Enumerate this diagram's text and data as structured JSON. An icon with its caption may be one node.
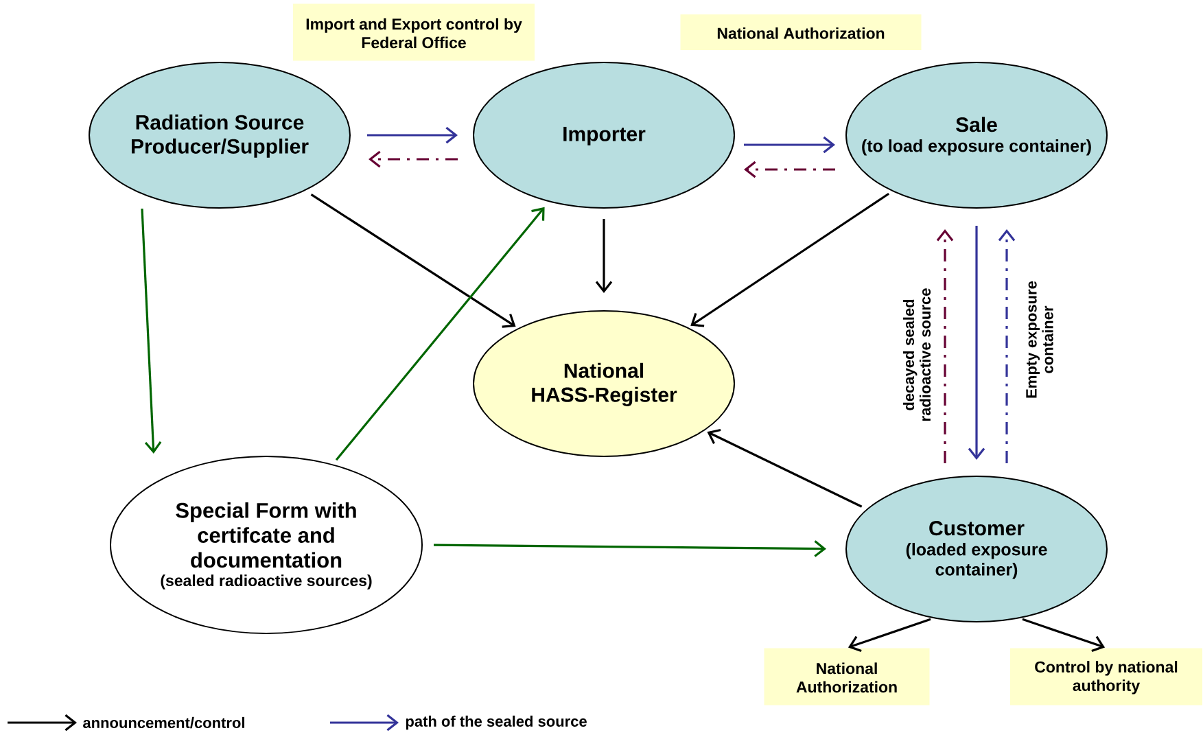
{
  "diagram": {
    "nodes": [
      {
        "text": [
          "Radiation Source Producer/Supplier"
        ]
      },
      {
        "text": [
          "Importer"
        ]
      },
      {
        "text": [
          "Sale",
          "(to load exposure container)"
        ]
      },
      {
        "text": [
          "National HASS-Register"
        ]
      },
      {
        "text": [
          "Special Form with certifcate and documentation",
          "(sealed radioactive sources)"
        ]
      },
      {
        "text": [
          "Customer",
          "(loaded exposure container)"
        ]
      },
      {
        "text": [
          "Import and Export control by Federal Office"
        ]
      },
      {
        "text": [
          "National Authorization"
        ]
      },
      {
        "text": [
          "National Authorization"
        ]
      },
      {
        "text": [
          "Control by national authority"
        ]
      }
    ],
    "edges": [
      {
        "from": 0,
        "to": 1,
        "arrow": "to",
        "color": "#333399"
      },
      {
        "from": 1,
        "to": 0,
        "arrow": "to",
        "style": "dashed",
        "color": "#660033"
      },
      {
        "from": 1,
        "to": 2,
        "arrow": "to",
        "color": "#333399"
      },
      {
        "from": 2,
        "to": 1,
        "arrow": "to",
        "style": "dashed",
        "color": "#660033"
      },
      {
        "from": 0,
        "to": 4,
        "arrow": "to",
        "color": "#006600"
      },
      {
        "from": 0,
        "to": 3,
        "arrow": "to"
      },
      {
        "from": 4,
        "to": 1,
        "arrow": "to",
        "color": "#006600"
      },
      {
        "from": 1,
        "to": 3,
        "arrow": "to"
      },
      {
        "from": 2,
        "to": 3,
        "arrow": "to"
      },
      {
        "from": 5,
        "to": 2,
        "arrow": "to",
        "style": "dashed",
        "color": "#660033",
        "label": "decayed sealed radioactive  source"
      },
      {
        "from": 2,
        "to": 5,
        "arrow": "to",
        "color": "#333399"
      },
      {
        "from": 5,
        "to": 2,
        "arrow": "to",
        "style": "dashed",
        "color": "#333399",
        "label": "Empty exposure container"
      },
      {
        "from": 5,
        "to": 3,
        "arrow": "to"
      },
      {
        "from": 4,
        "to": 5,
        "arrow": "to",
        "color": "#006600"
      },
      {
        "from": 5,
        "to": 8,
        "arrow": "to"
      },
      {
        "from": 5,
        "to": 9,
        "arrow": "to"
      }
    ],
    "legend": [
      {
        "text": "announcement/control"
      },
      {
        "text": "path of the sealed source"
      }
    ]
  }
}
